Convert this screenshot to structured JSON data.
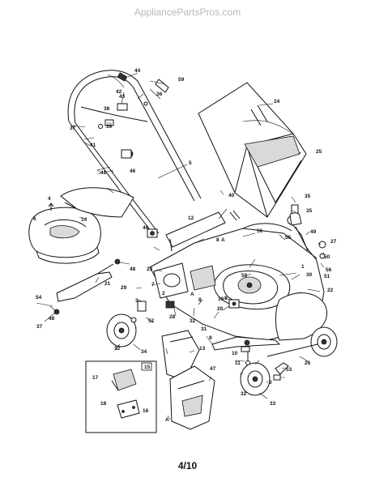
{
  "header": {
    "watermark": "AppliancePartsPros.com"
  },
  "footer": {
    "page_number": "4/10"
  },
  "inset": {
    "label": "15"
  },
  "callouts": [
    {
      "id": "c1",
      "text": "1"
    },
    {
      "id": "c2",
      "text": "2"
    },
    {
      "id": "c3",
      "text": "3"
    },
    {
      "id": "c3b",
      "text": "3"
    },
    {
      "id": "c4",
      "text": "4"
    },
    {
      "id": "c5",
      "text": "5"
    },
    {
      "id": "c6",
      "text": "6"
    },
    {
      "id": "c7",
      "text": "7"
    },
    {
      "id": "c8",
      "text": "8"
    },
    {
      "id": "c8b",
      "text": "8"
    },
    {
      "id": "c8c",
      "text": "8"
    },
    {
      "id": "c9",
      "text": "9"
    },
    {
      "id": "c10",
      "text": "10"
    },
    {
      "id": "c11",
      "text": "11"
    },
    {
      "id": "c12",
      "text": "12"
    },
    {
      "id": "c13",
      "text": "13"
    },
    {
      "id": "c14",
      "text": "14"
    },
    {
      "id": "c16",
      "text": "16"
    },
    {
      "id": "c17",
      "text": "17"
    },
    {
      "id": "c18",
      "text": "18"
    },
    {
      "id": "c19",
      "text": "19"
    },
    {
      "id": "c20",
      "text": "20"
    },
    {
      "id": "c21",
      "text": "21"
    },
    {
      "id": "c22",
      "text": "22"
    },
    {
      "id": "c23",
      "text": "23"
    },
    {
      "id": "c24",
      "text": "24"
    },
    {
      "id": "c25",
      "text": "25"
    },
    {
      "id": "c26",
      "text": "26"
    },
    {
      "id": "c27",
      "text": "27"
    },
    {
      "id": "c28",
      "text": "28"
    },
    {
      "id": "c29",
      "text": "29"
    },
    {
      "id": "c30",
      "text": "30"
    },
    {
      "id": "c31",
      "text": "31"
    },
    {
      "id": "c32a",
      "text": "32"
    },
    {
      "id": "c32b",
      "text": "32"
    },
    {
      "id": "c32c",
      "text": "32"
    },
    {
      "id": "c33",
      "text": "33"
    },
    {
      "id": "c34",
      "text": "34"
    },
    {
      "id": "c35a",
      "text": "35"
    },
    {
      "id": "c35b",
      "text": "35"
    },
    {
      "id": "c36",
      "text": "36"
    },
    {
      "id": "c37a",
      "text": "37"
    },
    {
      "id": "c37b",
      "text": "37"
    },
    {
      "id": "c38",
      "text": "38"
    },
    {
      "id": "c39",
      "text": "39"
    },
    {
      "id": "c40",
      "text": "40"
    },
    {
      "id": "c41a",
      "text": "41"
    },
    {
      "id": "c41b",
      "text": "41"
    },
    {
      "id": "c42",
      "text": "42"
    },
    {
      "id": "c43",
      "text": "43"
    },
    {
      "id": "c44",
      "text": "44"
    },
    {
      "id": "c46a",
      "text": "46"
    },
    {
      "id": "c46b",
      "text": "46"
    },
    {
      "id": "c47",
      "text": "47"
    },
    {
      "id": "c48a",
      "text": "48"
    },
    {
      "id": "c48b",
      "text": "48"
    },
    {
      "id": "c49",
      "text": "49"
    },
    {
      "id": "c50",
      "text": "50"
    },
    {
      "id": "c51",
      "text": "51"
    },
    {
      "id": "c52",
      "text": "52"
    },
    {
      "id": "c53",
      "text": "53"
    },
    {
      "id": "c54",
      "text": "54"
    },
    {
      "id": "c55",
      "text": "55"
    },
    {
      "id": "c56a",
      "text": "56"
    },
    {
      "id": "c56b",
      "text": "56"
    },
    {
      "id": "c58",
      "text": "58"
    },
    {
      "id": "c59",
      "text": "59"
    },
    {
      "id": "cAa",
      "text": "A"
    },
    {
      "id": "cAb",
      "text": "A"
    },
    {
      "id": "cAc",
      "text": "A"
    }
  ]
}
